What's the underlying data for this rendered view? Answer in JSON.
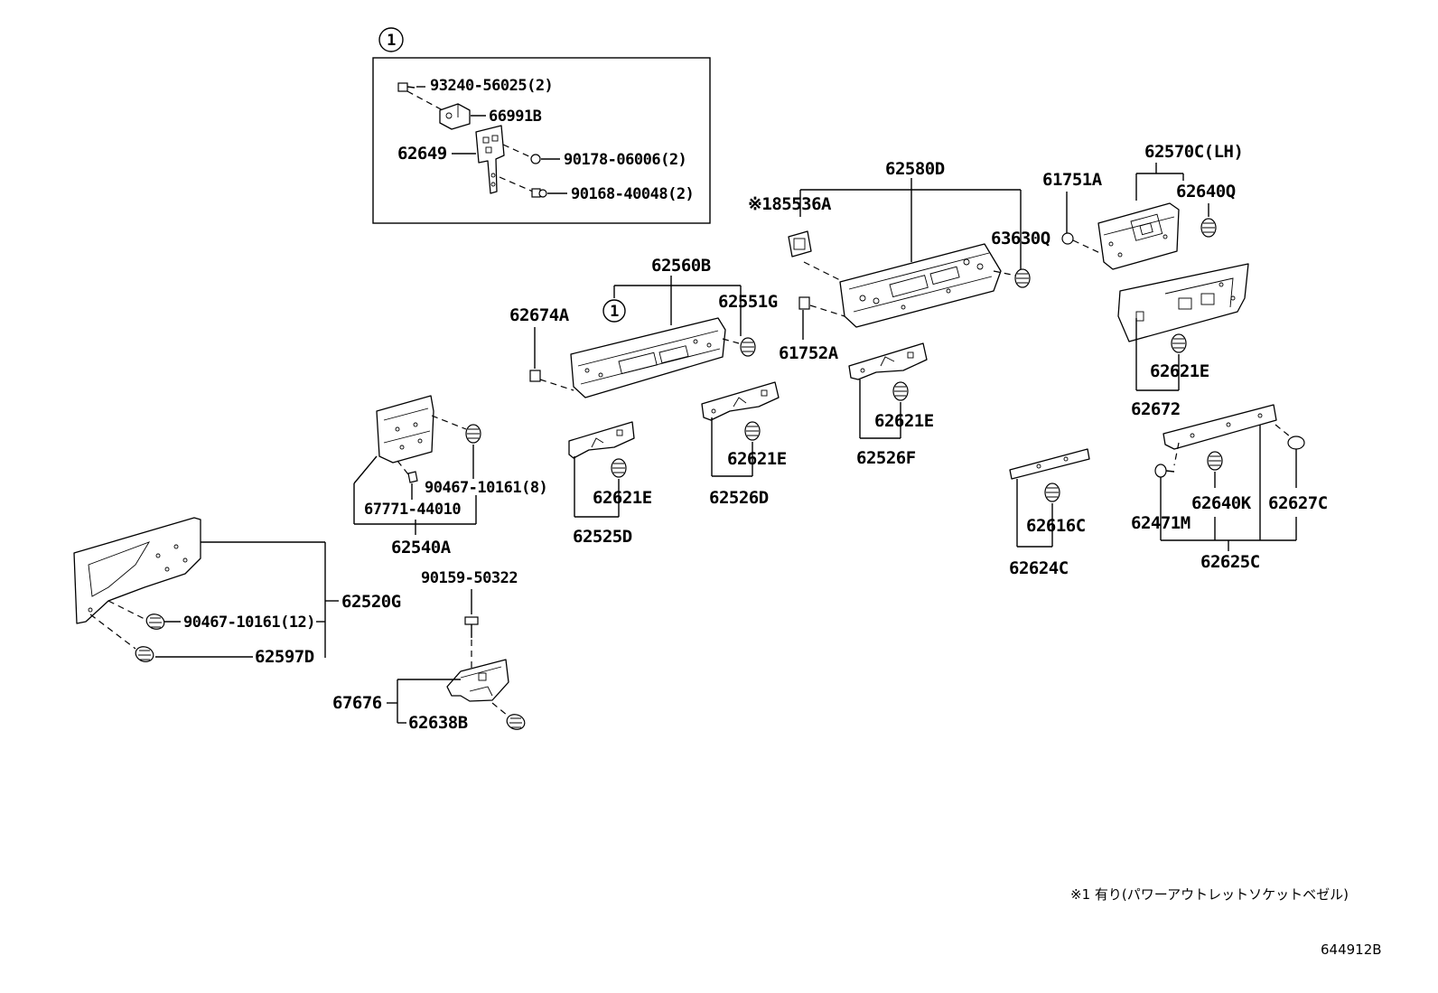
{
  "diagram": {
    "detail_box": {
      "callout": "1",
      "labels": {
        "p93240": "93240-56025(2)",
        "p66991b": "66991B",
        "p62649": "62649",
        "p90178": "90178-06006(2)",
        "p90168": "90168-40048(2)"
      }
    },
    "labels": {
      "p62580d": "62580D",
      "p185536a": "※185536A",
      "p61751a": "61751A",
      "p62570c": "62570C(LH)",
      "p62640q": "62640Q",
      "p63630q": "63630Q",
      "p62560b": "62560B",
      "p62560b_callout": "1",
      "p62674a": "62674A",
      "p62551g": "62551G",
      "p61752a": "61752A",
      "p62621e_a": "62621E",
      "p62672": "62672",
      "p62621e_b": "62621E",
      "p62526f": "62526F",
      "p62621e_c": "62621E",
      "p62526d": "62526D",
      "p62621e_d": "62621E",
      "p62525d": "62525D",
      "p90467_8": "90467-10161(8)",
      "p67771": "67771-44010",
      "p62540a": "62540A",
      "p62616c": "62616C",
      "p62624c": "62624C",
      "p62640k": "62640K",
      "p62627c": "62627C",
      "p62471m": "62471M",
      "p62625c": "62625C",
      "p90159": "90159-50322",
      "p62520g": "62520G",
      "p90467_12": "90467-10161(12)",
      "p62597d": "62597D",
      "p67676": "67676",
      "p62638b": "62638B"
    },
    "footnote": "※1 有り(パワーアウトレットソケットベゼル)",
    "diagram_id": "644912B"
  }
}
